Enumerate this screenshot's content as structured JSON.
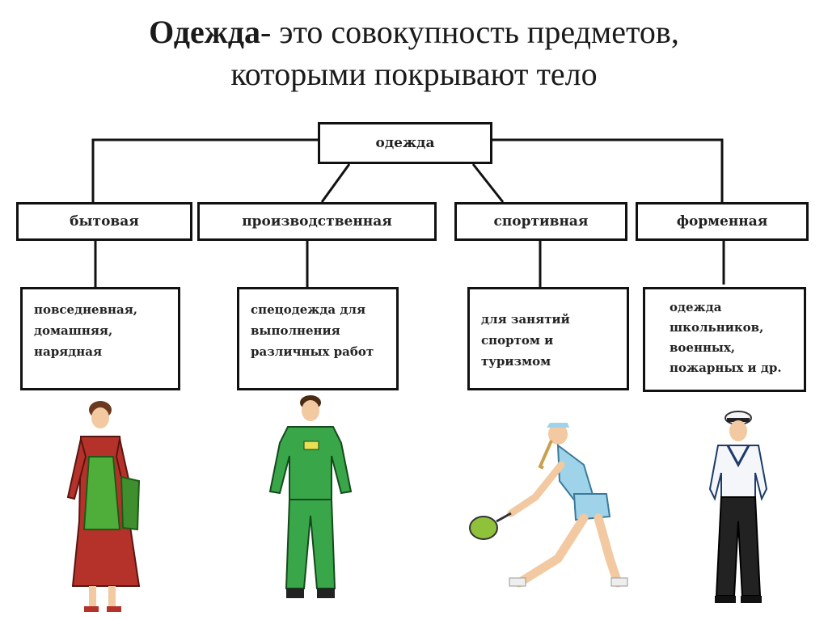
{
  "title": {
    "bold": "Одежда",
    "rest_line1": "- это совокупность предметов,",
    "line2": "которыми покрывают тело"
  },
  "diagram": {
    "root": "одежда",
    "categories": [
      {
        "label": "бытовая",
        "description": [
          "повседневная,",
          "домашняя,",
          "нарядная"
        ]
      },
      {
        "label": "производственная",
        "description": [
          "спецодежда для",
          "выполнения",
          "различных работ"
        ]
      },
      {
        "label": "спортивная",
        "description": [
          "для занятий",
          "спортом и",
          "туризмом"
        ]
      },
      {
        "label": "форменная",
        "description": [
          "одежда",
          "школьников,",
          "военных,",
          "пожарных и др."
        ]
      }
    ]
  },
  "colors": {
    "line": "#111111",
    "dress_green": "#4fae3a",
    "dress_red": "#b5322a",
    "tracksuit_green": "#3aa64a",
    "sport_blue": "#9fd3ea",
    "uniform_dark": "#222222"
  }
}
